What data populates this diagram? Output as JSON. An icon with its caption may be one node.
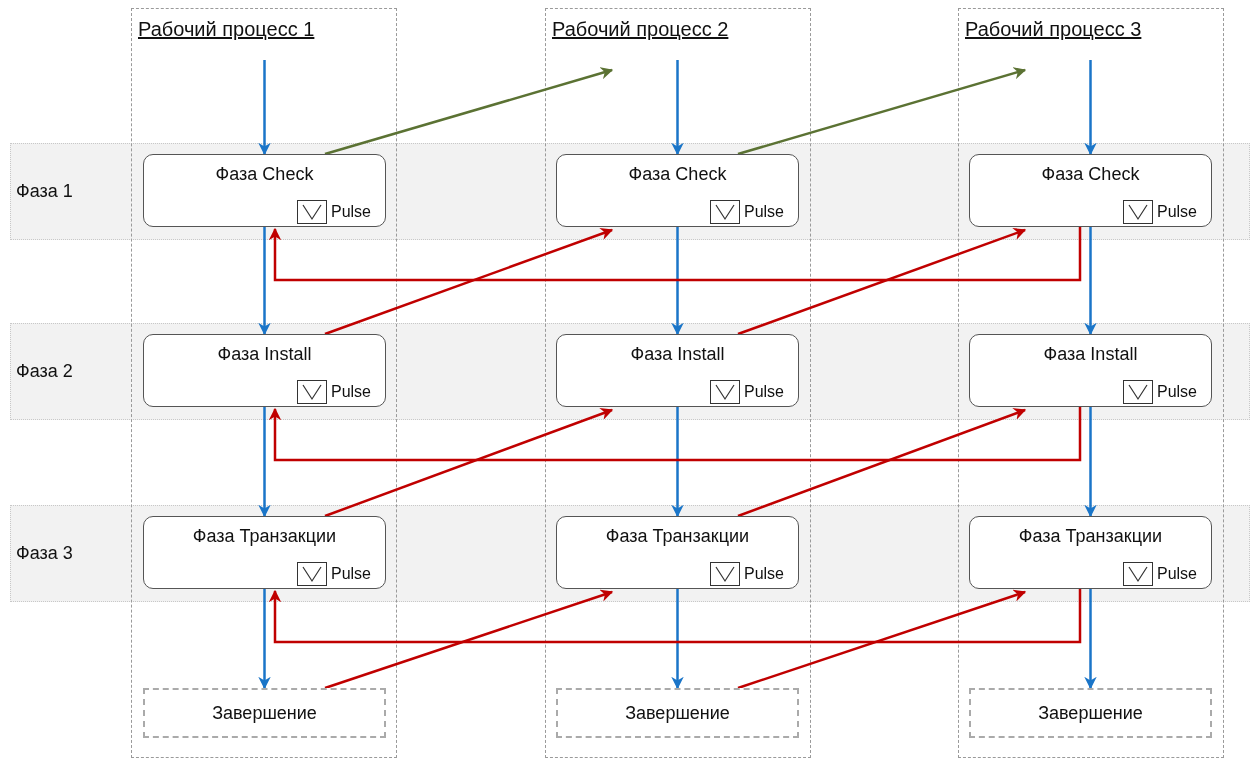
{
  "diagram": {
    "nodes": [
      {
        "text": [
          "Рабочий процесс 1"
        ]
      },
      {
        "text": [
          "Рабочий процесс 2"
        ]
      },
      {
        "text": [
          "Рабочий процесс 3"
        ]
      },
      {
        "text": [
          "Фаза Check",
          "Pulse"
        ],
        "in": 0
      },
      {
        "text": [
          "Фаза Check",
          "Pulse"
        ],
        "in": 1
      },
      {
        "text": [
          "Фаза Check",
          "Pulse"
        ],
        "in": 2
      },
      {
        "text": [
          "Фаза Install",
          "Pulse"
        ],
        "in": 0
      },
      {
        "text": [
          "Фаза Install",
          "Pulse"
        ],
        "in": 1
      },
      {
        "text": [
          "Фаза Install",
          "Pulse"
        ],
        "in": 2
      },
      {
        "text": [
          "Фаза Транзакции",
          "Pulse"
        ],
        "in": 0
      },
      {
        "text": [
          "Фаза Транзакции",
          "Pulse"
        ],
        "in": 1
      },
      {
        "text": [
          "Фаза Транзакции",
          "Pulse"
        ],
        "in": 2
      },
      {
        "text": [
          "Завершение"
        ],
        "in": 0
      },
      {
        "text": [
          "Завершение"
        ],
        "in": 1
      },
      {
        "text": [
          "Завершение"
        ],
        "in": 2
      }
    ],
    "edges": [
      {
        "from": 0,
        "to": 3,
        "arrow": "to"
      },
      {
        "from": 1,
        "to": 4,
        "arrow": "to"
      },
      {
        "from": 2,
        "to": 5,
        "arrow": "to"
      },
      {
        "from": 3,
        "to": 6,
        "arrow": "to"
      },
      {
        "from": 4,
        "to": 7,
        "arrow": "to"
      },
      {
        "from": 5,
        "to": 8,
        "arrow": "to"
      },
      {
        "from": 6,
        "to": 9,
        "arrow": "to"
      },
      {
        "from": 7,
        "to": 10,
        "arrow": "to"
      },
      {
        "from": 8,
        "to": 11,
        "arrow": "to"
      },
      {
        "from": 9,
        "to": 12,
        "arrow": "to"
      },
      {
        "from": 10,
        "to": 13,
        "arrow": "to"
      },
      {
        "from": 11,
        "to": 14,
        "arrow": "to"
      },
      {
        "from": 3,
        "to": 1,
        "arrow": "to",
        "color": "#5b7233"
      },
      {
        "from": 4,
        "to": 2,
        "arrow": "to",
        "color": "#5b7233"
      },
      {
        "from": 5,
        "to": 3,
        "arrow": "to",
        "color": "#c00000"
      },
      {
        "from": 8,
        "to": 6,
        "arrow": "to",
        "color": "#c00000"
      },
      {
        "from": 11,
        "to": 9,
        "arrow": "to",
        "color": "#c00000"
      },
      {
        "from": 6,
        "to": 4,
        "arrow": "to",
        "color": "#c00000"
      },
      {
        "from": 7,
        "to": 5,
        "arrow": "to",
        "color": "#c00000"
      },
      {
        "from": 9,
        "to": 7,
        "arrow": "to",
        "color": "#c00000"
      },
      {
        "from": 10,
        "to": 8,
        "arrow": "to",
        "color": "#c00000"
      },
      {
        "from": 12,
        "to": 10,
        "arrow": "to",
        "color": "#c00000"
      },
      {
        "from": 13,
        "to": 11,
        "arrow": "to",
        "color": "#c00000"
      }
    ],
    "labels": [
      "Фаза 1",
      "Фаза 2",
      "Фаза 3"
    ]
  }
}
